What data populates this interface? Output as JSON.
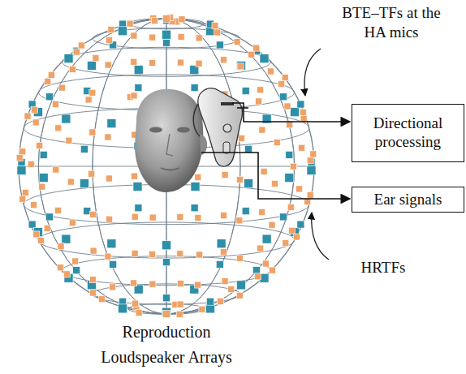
{
  "diagram": {
    "nodes": [
      {
        "text": [
          "Directional processing"
        ]
      },
      {
        "text": [
          "Ear signals"
        ]
      }
    ],
    "labels": [
      "BTE–TFs at the HA mics",
      "HRTFs",
      "Reproduction Loudspeaker Arrays"
    ]
  }
}
